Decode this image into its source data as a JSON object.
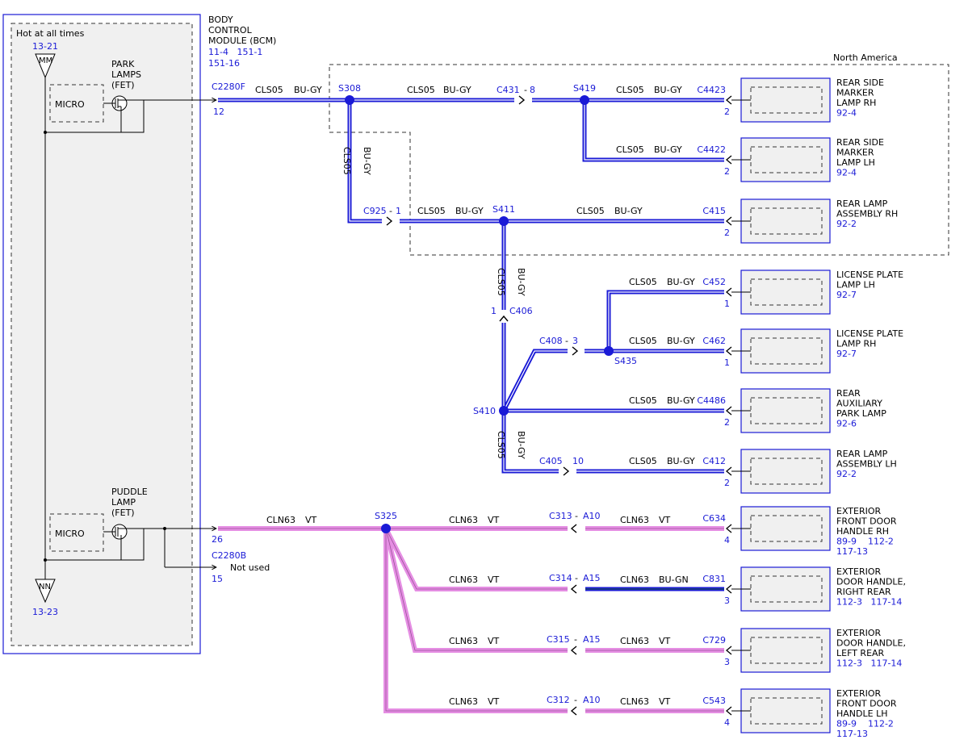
{
  "colors": {
    "wire_bu_gy": "#1a1ad6",
    "wire_vt": "#e58ee3",
    "ref_text": "#1a1ad6",
    "bcm_bg": "#f0f0f0"
  },
  "bcm": {
    "hot_label": "Hot at all times",
    "mm_ref": "13-21",
    "mm_label": "MM",
    "nn_ref": "13-23",
    "nn_label": "NN",
    "title_lines": [
      "BODY",
      "CONTROL",
      "MODULE (BCM)"
    ],
    "refs1": "11-4   151-1",
    "refs2": "151-16",
    "park_lines": [
      "PARK",
      "LAMPS",
      "(FET)"
    ],
    "puddle_lines": [
      "PUDDLE",
      "LAMP",
      "(FET)"
    ],
    "micro1": "MICRO",
    "micro2": "MICRO",
    "c_top": "C2280F",
    "pin_top": "12",
    "c_bot": "C2280B",
    "pin_26": "26",
    "pin_15": "15",
    "not_used": "Not used"
  },
  "region": {
    "label": "North America"
  },
  "wires": {
    "cls05": "CLS05",
    "bugy": "BU-GY",
    "cln63": "CLN63",
    "vt": "VT",
    "bugn": "BU-GN"
  },
  "splices": {
    "s308": "S308",
    "s419": "S419",
    "s411": "S411",
    "s410": "S410",
    "s435": "S435",
    "s325": "S325"
  },
  "connectors": {
    "c431": "C431",
    "c431_pin": "8",
    "c925": "C925",
    "c925_pin": "1",
    "c406": "C406",
    "c406_pin": "1",
    "c408": "C408",
    "c408_pin": "3",
    "c405": "C405",
    "c405_pin": "10",
    "c313": "C313",
    "c313_pin": "A10",
    "c314": "C314",
    "c314_pin": "A15",
    "c315": "C315",
    "c315_pin": "A15",
    "c312": "C312",
    "c312_pin": "A10",
    "dash": "-"
  },
  "components": [
    {
      "conn": "C4423",
      "pin": "2",
      "lines": [
        "REAR SIDE",
        "MARKER",
        "LAMP RH"
      ],
      "refs": "92-4"
    },
    {
      "conn": "C4422",
      "pin": "2",
      "lines": [
        "REAR SIDE",
        "MARKER",
        "LAMP LH"
      ],
      "refs": "92-4"
    },
    {
      "conn": "C415",
      "pin": "2",
      "lines": [
        "REAR LAMP",
        "ASSEMBLY RH"
      ],
      "refs": "92-2"
    },
    {
      "conn": "C452",
      "pin": "1",
      "lines": [
        "LICENSE PLATE",
        "LAMP LH"
      ],
      "refs": "92-7"
    },
    {
      "conn": "C462",
      "pin": "1",
      "lines": [
        "LICENSE PLATE",
        "LAMP RH"
      ],
      "refs": "92-7"
    },
    {
      "conn": "C4486",
      "pin": "2",
      "lines": [
        "REAR",
        "AUXILIARY",
        "PARK LAMP"
      ],
      "refs": "92-6"
    },
    {
      "conn": "C412",
      "pin": "2",
      "lines": [
        "REAR LAMP",
        "ASSEMBLY LH"
      ],
      "refs": "92-2"
    },
    {
      "conn": "C634",
      "pin": "4",
      "lines": [
        "EXTERIOR",
        "FRONT DOOR",
        "HANDLE RH"
      ],
      "refs": "89-9    112-2",
      "refs2": "117-13"
    },
    {
      "conn": "C831",
      "pin": "3",
      "lines": [
        "EXTERIOR",
        "DOOR HANDLE,",
        "RIGHT REAR"
      ],
      "refs": "112-3   117-14"
    },
    {
      "conn": "C729",
      "pin": "3",
      "lines": [
        "EXTERIOR",
        "DOOR HANDLE,",
        "LEFT REAR"
      ],
      "refs": "112-3   117-14"
    },
    {
      "conn": "C543",
      "pin": "4",
      "lines": [
        "EXTERIOR",
        "FRONT DOOR",
        "HANDLE LH"
      ],
      "refs": "89-9    112-2",
      "refs2": "117-13"
    }
  ]
}
